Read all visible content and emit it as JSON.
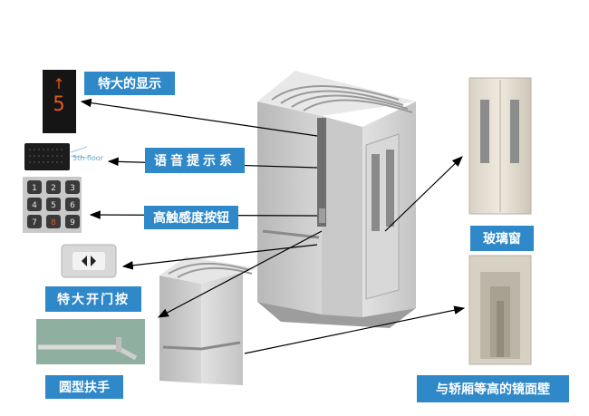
{
  "labels": {
    "display": "特大的显示",
    "voice": "语音提示系",
    "touch": "高触感度按钮",
    "door_button": "特大开门按",
    "handrail": "圆型扶手",
    "glass_window": "玻璃窗",
    "mirror_wall": "与轿厢等高的镜面壁"
  },
  "display_panel": {
    "arrow": "↑",
    "floor_digit": "5"
  },
  "voice_panel": {
    "floor_text": "5th floor"
  },
  "keypad": {
    "keys": [
      "1",
      "2",
      "3",
      "4",
      "5",
      "6",
      "7",
      "8",
      "9"
    ],
    "highlight": "8"
  },
  "colors": {
    "label_bg": "#2f88c7",
    "label_text": "#ffffff",
    "digit": "#e05a1a",
    "arrow_line": "#000000"
  }
}
